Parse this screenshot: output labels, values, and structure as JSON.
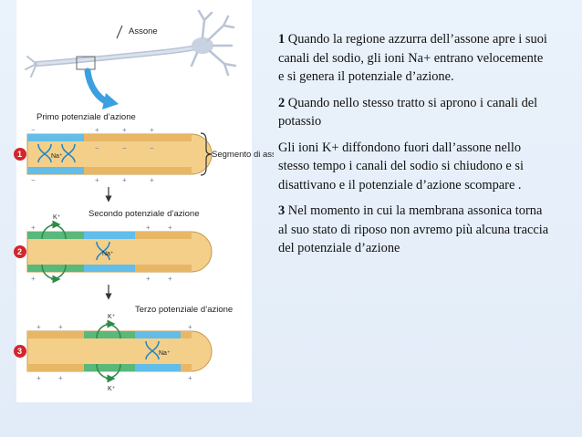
{
  "labels": {
    "assone": "Assone",
    "primo": "Primo potenziale d’azione",
    "segmento": "Segmento di assone",
    "secondo": "Secondo potenziale d’azione",
    "terzo": "Terzo potenziale d’azione"
  },
  "ions": {
    "na": "Na⁺",
    "k": "K⁺"
  },
  "signs": {
    "plus": "+",
    "minus": "−"
  },
  "steps": [
    "1",
    "2",
    "3"
  ],
  "colors": {
    "axon_fill": "#f3cf8a",
    "blue_region": "#62bde8",
    "green_region": "#5ab87a",
    "step_badge": "#d2262c",
    "arrow_blue": "#3aa0e0"
  },
  "paragraphs": [
    {
      "num": "1",
      "text": " Quando la regione azzurra dell’assone apre i suoi canali del sodio, gli ioni Na+ entrano velocemente e si genera il potenziale d’azione."
    },
    {
      "num": "2",
      "text": " Quando nello stesso tratto si aprono i canali del potassio"
    },
    {
      "num": "",
      "text": "Gli ioni K+ diffondono fuori dall’assone nello stesso tempo i canali del sodio si chiudono e si disattivano e il potenziale d’azione scompare ."
    },
    {
      "num": "3",
      "text": " Nel momento in cui la membrana assonica torna al suo stato di riposo non avremo più alcuna traccia del potenziale d’azione"
    }
  ]
}
